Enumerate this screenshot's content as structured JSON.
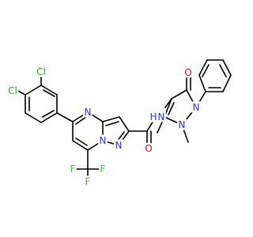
{
  "atom_labels": {
    "cl_top": "Cl",
    "cl_left": "Cl",
    "n_pyrimidine": "N",
    "n_bridge_a": "N",
    "n_bridge_b": "N",
    "o_amide": "O",
    "nh_n": "N",
    "nh_h": "H",
    "o_pyrazolone": "O",
    "n_pyrazolone_1": "N",
    "n_pyrazolone_2": "N",
    "f_left": "F",
    "f_right": "F",
    "f_bottom": "F"
  },
  "colors": {
    "bond": "#000000",
    "nitrogen": "#2233ff",
    "oxygen": "#ff0000",
    "chlorine": "#1fae1f",
    "fluorine": "#33cc33",
    "background": "#ffffff"
  }
}
